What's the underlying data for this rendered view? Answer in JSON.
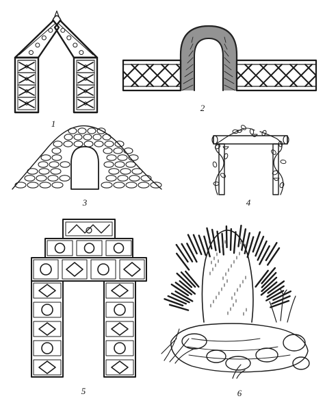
{
  "figures": [
    {
      "id": "arch-lattice-gable",
      "label": "1"
    },
    {
      "id": "arch-lattice-fence",
      "label": "2"
    },
    {
      "id": "arch-stone-mound",
      "label": "3"
    },
    {
      "id": "arch-pergola-vines",
      "label": "4"
    },
    {
      "id": "arch-block-gate",
      "label": "5"
    },
    {
      "id": "arch-grass-fountain",
      "label": "6"
    }
  ]
}
